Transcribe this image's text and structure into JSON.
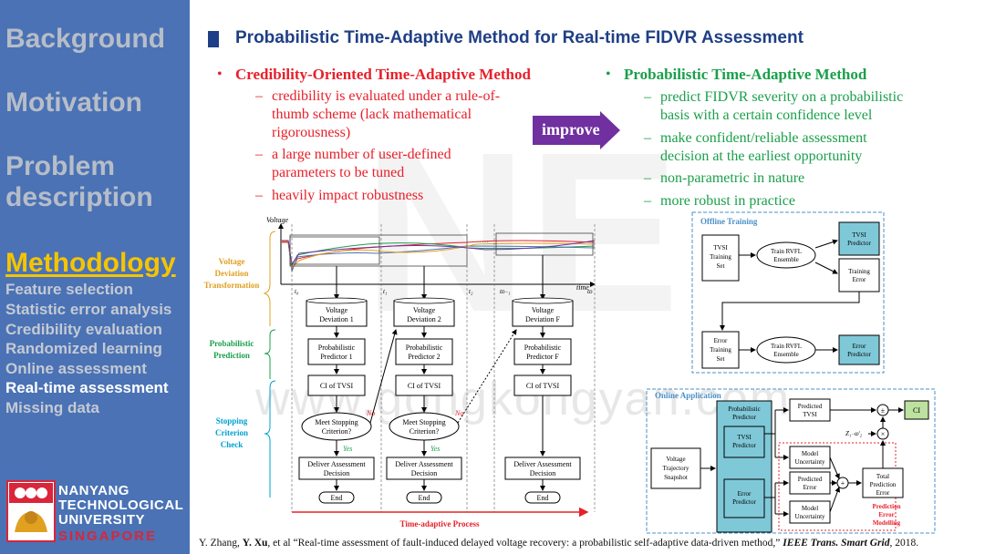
{
  "sidebar": {
    "nav_big": [
      "Background",
      "Motivation",
      "Problem",
      "description",
      "Methodology"
    ],
    "nav_small": [
      "Feature selection",
      "Statistic error analysis",
      "Credibility evaluation",
      "Randomized learning",
      "Online assessment",
      "Real-time assessment",
      "Missing data"
    ],
    "university": [
      "NANYANG",
      "TECHNOLOGICAL",
      "UNIVERSITY",
      "SINGAPORE"
    ]
  },
  "slide": {
    "title": "Probabilistic Time-Adaptive Method for Real-time FIDVR Assessment",
    "left": {
      "heading": "Credibility-Oriented Time-Adaptive Method",
      "items": [
        [
          "credibility is evaluated under a rule-of-",
          "thumb scheme (lack mathematical",
          "rigorousness)"
        ],
        [
          "a large number of user-defined",
          "parameters to be tuned"
        ],
        [
          "heavily impact robustness"
        ]
      ]
    },
    "right": {
      "heading": "Probabilistic Time-Adaptive Method",
      "items": [
        [
          "predict FIDVR severity on a probabilistic",
          "basis with a certain confidence level"
        ],
        [
          "make confident/reliable assessment",
          "decision at the earliest opportunity"
        ],
        [
          "non-parametric in nature"
        ],
        [
          "more robust in practice"
        ]
      ]
    },
    "improve": "improve",
    "watermark": "www.gongkongyan.com",
    "reference": {
      "pre": "Y. Zhang, ",
      "author": "Y. Xu",
      "mid": ", et al “Real-time assessment of fault-induced delayed voltage recovery: a probabilistic self-adaptive data-driven method,” ",
      "journal": "IEEE Trans. Smart Grid",
      "post": ", 2018."
    }
  },
  "flow": {
    "voltage_axis": "Voltage",
    "time_axis": "time",
    "stage_labels": {
      "vdt": [
        "Voltage",
        "Deviation",
        "Transformation"
      ],
      "pp": [
        "Probabilistic",
        "Prediction"
      ],
      "scc": [
        "Stopping",
        "Criterion",
        "Check"
      ]
    },
    "times": [
      "t₀",
      "t₁",
      "t₂",
      "tᴅ₋₁",
      "tᴅ"
    ],
    "columns": [
      {
        "dev": [
          "Voltage",
          "Deviation 1"
        ],
        "pred": [
          "Probabilistic",
          "Predictor 1"
        ]
      },
      {
        "dev": [
          "Voltage",
          "Deviation 2"
        ],
        "pred": [
          "Probabilistic",
          "Predictor 2"
        ]
      },
      {
        "dev": [
          "Voltage",
          "Deviation F"
        ],
        "pred": [
          "Probabilistic",
          "Predictor F"
        ]
      }
    ],
    "ci": "CI of TVSI",
    "meet": [
      "Meet Stopping",
      "Criterion?"
    ],
    "no": "No",
    "yes": "Yes",
    "deliver": [
      "Deliver Assessment",
      "Decision"
    ],
    "end": "End",
    "process": "Time-adaptive Process"
  },
  "offline": {
    "title": "Offline Training",
    "tvsi_set": [
      "TVSI",
      "Training",
      "Set"
    ],
    "train1": [
      "Train RVFL",
      "Ensemble"
    ],
    "tvsi_pred": [
      "TVSI",
      "Predictor"
    ],
    "train_err": [
      "Training",
      "Error"
    ],
    "err_set": [
      "Error",
      "Training",
      "Set"
    ],
    "train2": [
      "Train RVFL",
      "Ensemble"
    ],
    "err_pred": [
      "Error",
      "Predictor"
    ]
  },
  "online": {
    "title": "Online Application",
    "snapshot": [
      "Voltage",
      "Trajectory",
      "Snapshot"
    ],
    "prob_pred": [
      "Probabilistic",
      "Predictor"
    ],
    "tvsi_pred": [
      "TVSI",
      "Predictor"
    ],
    "err_pred": [
      "Error",
      "Predictor"
    ],
    "pred_tvsi": [
      "Predicted",
      "TVSI"
    ],
    "model_unc1": [
      "Model",
      "Uncertainty"
    ],
    "pred_err": [
      "Predicted",
      "Error"
    ],
    "model_unc2": [
      "Model",
      "Uncertainty"
    ],
    "z": "Z₁₋α/₂",
    "total": [
      "Total",
      "Prediction",
      "Error"
    ],
    "ci": "CI",
    "pem": [
      "Prediction",
      "Error",
      "Modelling"
    ],
    "plusminus": "±",
    "times": "×",
    "plus": "+"
  }
}
